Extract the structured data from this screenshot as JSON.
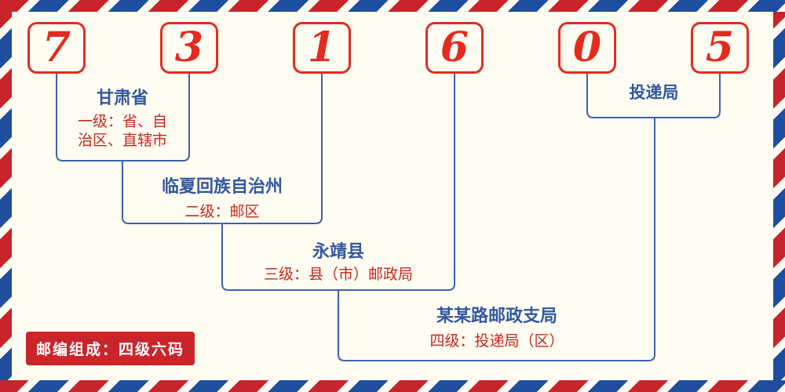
{
  "colors": {
    "background": "#fffcf2",
    "digit_red": "#e42b20",
    "desc_text_red": "#c4281f",
    "name_text_blue": "#33589f",
    "line_blue": "#3c63ad",
    "badge_bg": "#c9252b",
    "badge_text": "#ffffff",
    "stripe_red": "#c7242c",
    "stripe_blue": "#1f4e9e"
  },
  "postal_code": {
    "digits": [
      "7",
      "3",
      "1",
      "6",
      "0",
      "5"
    ]
  },
  "labels": {
    "province": {
      "name": "甘肃省",
      "desc": "一级：省、自治区、直辖市"
    },
    "prefecture": {
      "name": "临夏回族自治州",
      "desc": "二级：邮区"
    },
    "county": {
      "name": "永靖县",
      "desc": "三级：县（市）邮政局"
    },
    "branch": {
      "name": "某某路邮政支局",
      "desc": "四级：投递局（区）"
    },
    "delivery": {
      "name": "投递局"
    }
  },
  "footer": {
    "badge": "邮编组成：四级六码"
  }
}
